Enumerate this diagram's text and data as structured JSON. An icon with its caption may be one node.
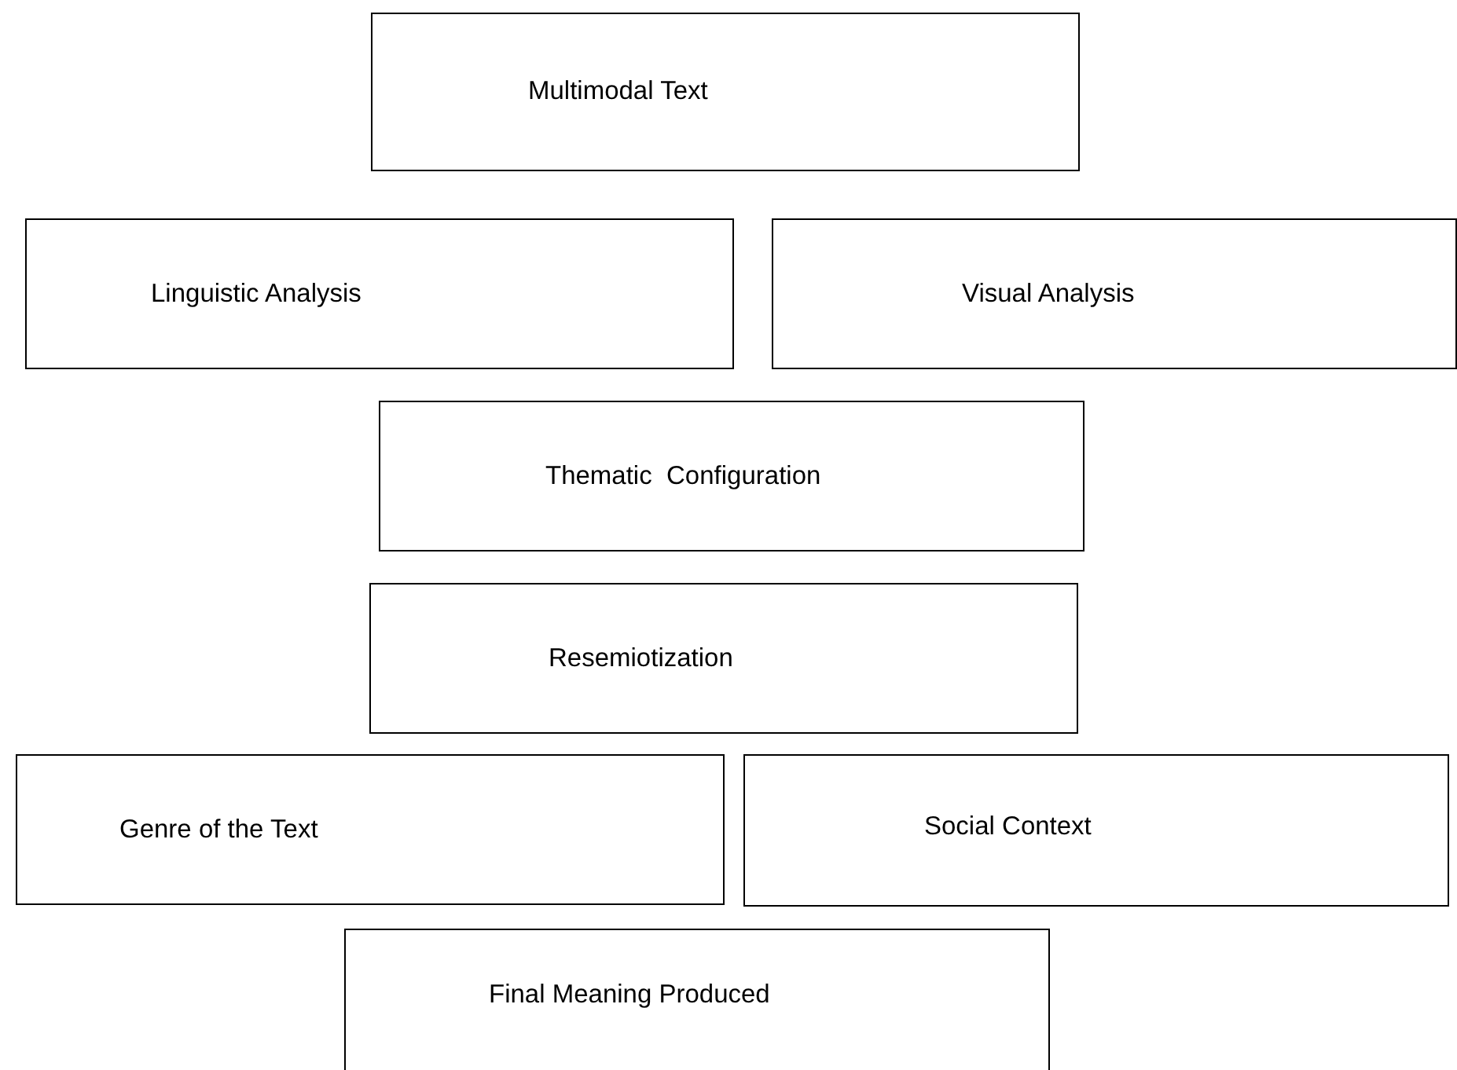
{
  "diagram": {
    "nodes": [
      {
        "text": [
          "Multimodal Text"
        ]
      },
      {
        "text": [
          "Linguistic Analysis"
        ]
      },
      {
        "text": [
          "Visual Analysis"
        ]
      },
      {
        "text": [
          "Thematic  Configuration"
        ]
      },
      {
        "text": [
          "Resemiotization"
        ]
      },
      {
        "text": [
          "Genre of the Text"
        ]
      },
      {
        "text": [
          "Social Context"
        ]
      },
      {
        "text": [
          "Final Meaning Produced"
        ]
      }
    ]
  }
}
